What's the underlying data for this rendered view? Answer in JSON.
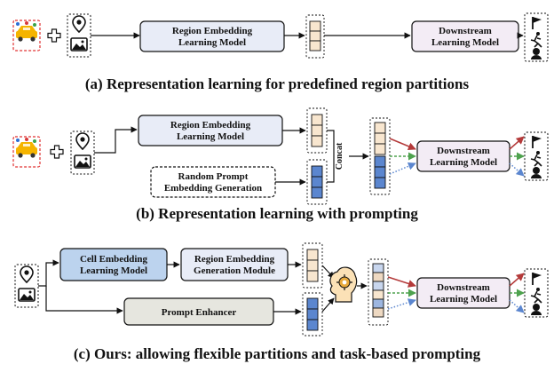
{
  "panel_a": {
    "model_box": [
      "Region Embedding",
      "Learning Model"
    ],
    "downstream_box": [
      "Downstream",
      "Learning Model"
    ],
    "caption": "(a) Representation learning for predefined region partitions"
  },
  "panel_b": {
    "model_box": [
      "Region Embedding",
      "Learning Model"
    ],
    "prompt_box": [
      "Random Prompt",
      "Embedding Generation"
    ],
    "concat_label": "Concat",
    "downstream_box": [
      "Downstream",
      "Learning Model"
    ],
    "caption": "(b) Representation learning with prompting"
  },
  "panel_c": {
    "cell_box": [
      "Cell Embedding",
      "Learning Model"
    ],
    "region_box": [
      "Region Embedding",
      "Generation Module"
    ],
    "enhancer_box": "Prompt Enhancer",
    "downstream_box": [
      "Downstream",
      "Learning Model"
    ],
    "caption": "(c) Ours: allowing flexible partitions and task-based prompting"
  },
  "colors": {
    "model_fill": "#e8ecf7",
    "cell_fill": "#bcd3ee",
    "downstream_fill": "#f3ecf5",
    "enhancer_fill": "#e6e6df",
    "region_vec": "#f8e6cf",
    "prompt_vec": "#5b86cf",
    "arrow_red": "#b43a3a",
    "arrow_green": "#4ea24e",
    "arrow_blue": "#5b86cf"
  }
}
